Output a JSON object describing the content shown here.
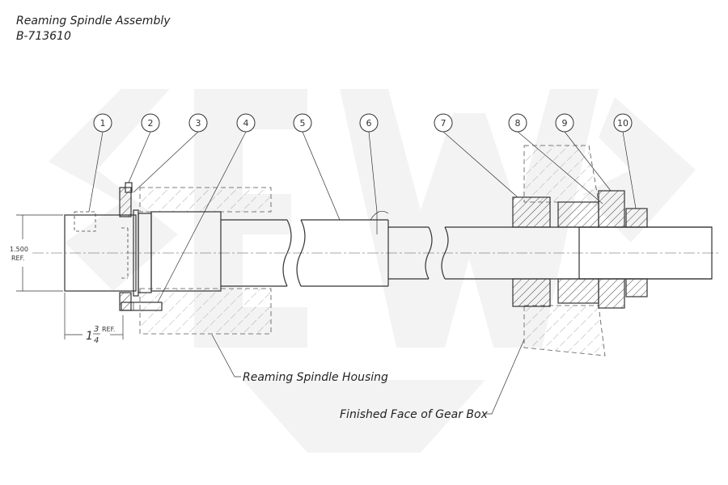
{
  "header": {
    "title": "Reaming Spindle Assembly",
    "part_number": "B-713610"
  },
  "callouts": [
    "1",
    "2",
    "3",
    "4",
    "5",
    "6",
    "7",
    "8",
    "9",
    "10"
  ],
  "labels": {
    "housing": "Reaming Spindle Housing",
    "gearbox_face": "Finished Face of Gear Box"
  },
  "dimensions": {
    "diameter_value": "1.500",
    "diameter_ref": "REF.",
    "length_whole": "1",
    "length_num": "3",
    "length_den": "4",
    "length_ref": "REF."
  }
}
